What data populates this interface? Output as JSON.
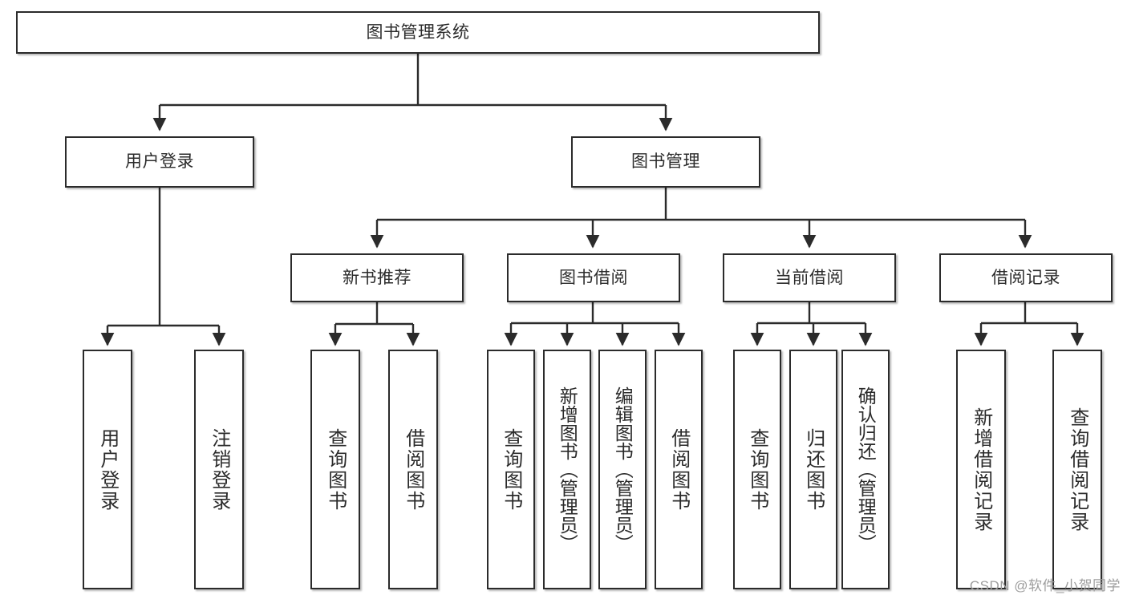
{
  "diagram": {
    "type": "tree",
    "title": "图书管理系统",
    "watermark": "CSDN @软件_小贺同学",
    "colors": {
      "stroke": "#2b2b2b",
      "fill": "#ffffff",
      "text": "#2b2b2b",
      "watermark": "#9d9d9d"
    },
    "nodes": {
      "root": {
        "label": "图书管理系统"
      },
      "l2": [
        {
          "id": "user-login",
          "label": "用户登录"
        },
        {
          "id": "book-manage",
          "label": "图书管理"
        }
      ],
      "l3": [
        {
          "id": "new-book-recommend",
          "label": "新书推荐"
        },
        {
          "id": "book-borrow",
          "label": "图书借阅"
        },
        {
          "id": "current-borrow",
          "label": "当前借阅"
        },
        {
          "id": "borrow-record",
          "label": "借阅记录"
        }
      ],
      "leaves": {
        "user_login": [
          {
            "id": "leaf-user-login",
            "label": "用户登录"
          },
          {
            "id": "leaf-logout-login",
            "label": "注销登录"
          }
        ],
        "new_book_recommend": [
          {
            "id": "leaf-query-book-1",
            "label": "查询图书"
          },
          {
            "id": "leaf-borrow-book-1",
            "label": "借阅图书"
          }
        ],
        "book_borrow": [
          {
            "id": "leaf-query-book-2",
            "label": "查询图书"
          },
          {
            "id": "leaf-add-book",
            "label": "新增图书（管理员）"
          },
          {
            "id": "leaf-edit-book",
            "label": "编辑图书（管理员）"
          },
          {
            "id": "leaf-borrow-book-2",
            "label": "借阅图书"
          }
        ],
        "current_borrow": [
          {
            "id": "leaf-query-book-3",
            "label": "查询图书"
          },
          {
            "id": "leaf-return-book",
            "label": "归还图书"
          },
          {
            "id": "leaf-confirm-return",
            "label": "确认归还（管理员）"
          }
        ],
        "borrow_record": [
          {
            "id": "leaf-add-record",
            "label": "新增借阅记录"
          },
          {
            "id": "leaf-query-record",
            "label": "查询借阅记录"
          }
        ]
      }
    }
  }
}
